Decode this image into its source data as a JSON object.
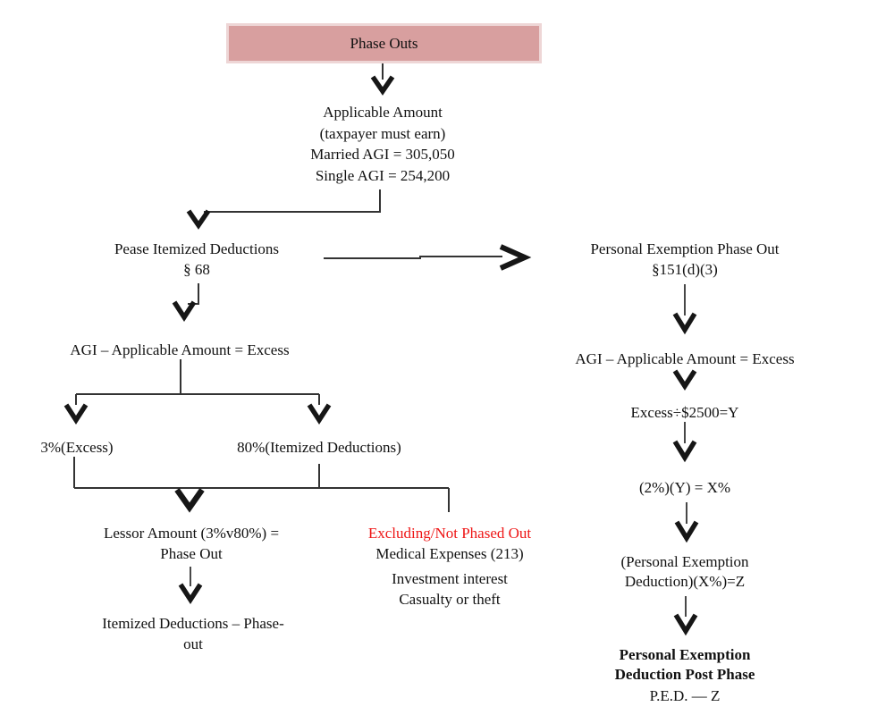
{
  "colors": {
    "box_fill": "#d89f9f",
    "box_border": "#eed6d6",
    "text": "#111111",
    "highlight_red": "#ee1515",
    "line": "#333333"
  },
  "root": {
    "title": "Phase Outs"
  },
  "applicable_amount": {
    "line1": "Applicable Amount",
    "line2": "(taxpayer must earn)",
    "line3": "Married AGI = 305,050",
    "line4": "Single AGI = 254,200"
  },
  "pease": {
    "line1": "Pease Itemized Deductions",
    "line2": "§ 68"
  },
  "personal_exemption_phase_out": {
    "line1": "Personal Exemption Phase Out",
    "line2": "§151(d)(3)"
  },
  "agi_excess_left": "AGI – Applicable Amount = Excess",
  "three_percent": "3%(Excess)",
  "eighty_percent": "80%(Itemized Deductions)",
  "lessor": {
    "line1": "Lessor Amount (3%v80%) =",
    "line2": "Phase Out"
  },
  "itemized_result": {
    "line1": "Itemized Deductions – Phase-",
    "line2": "out"
  },
  "excluding": {
    "title": "Excluding/Not Phased Out",
    "items": [
      "Medical Expenses (213)",
      "Investment interest",
      "Casualty or theft"
    ]
  },
  "agi_excess_right": "AGI – Applicable Amount = Excess",
  "excess_formula": "Excess÷$2500=Y",
  "two_percent_formula": "(2%)(Y) = X%",
  "ped_formula": {
    "line1": "(Personal Exemption",
    "line2": "Deduction)(X%)=Z"
  },
  "final_result": {
    "line1": "Personal Exemption",
    "line2": "Deduction Post Phase",
    "line3": "P.E.D. — Z"
  }
}
